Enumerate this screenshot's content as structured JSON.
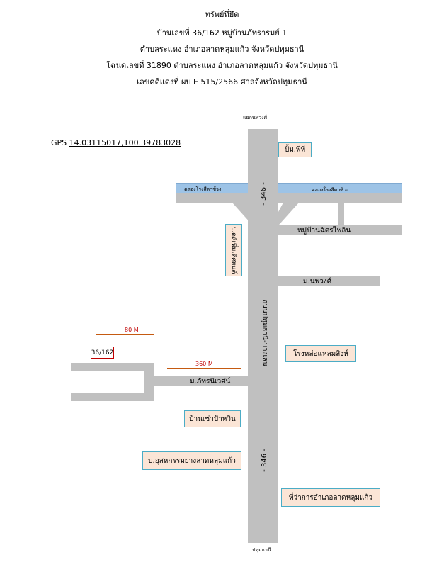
{
  "header": {
    "line1": "ทรัพย์ที่ยึด",
    "line2": "บ้านเลขที่  36/162 หมู่บ้านภัทรารมย์ 1",
    "line3": "ตำบลระแหง อำเภอลาดหลุมแก้ว จังหวัดปทุมธานี",
    "line4": "โฉนดเลขที่ 31890 ตำบลระแหง อำเภอลาดหลุมแก้ว จังหวัดปทุมธานี",
    "line5": "เลขคดีแดงที่ ผบ E 515/2566 ศาลจังหวัดปทุมธานี"
  },
  "gps": {
    "prefix": "GPS ",
    "coords": "14.03115017,100.39783028"
  },
  "map": {
    "top_label": "แยกนพวงศ์",
    "bottom_label": "ปทุมธานี",
    "main_road_name": "ถนนปทุมธานี-บางเลน",
    "route_top": "- 346 -",
    "route_bottom": "- 346 -",
    "canal_left": "คลองโรงสีดาซ้วง",
    "canal_right": "คลองโรงสีดาซ้วง",
    "road_chatchai": "หมู่บ้านฉัตรไพลิน",
    "road_nopphawong": "ม.นพวงศ์",
    "road_phatthara": "ม.ภัทรนิเวศน์",
    "box_ptt": "ปั้ม.พีที",
    "box_jom": "บ.ดล์เพิ่มเดิศยนต์",
    "box_foundry": "โรงหล่อแหลมสิงห์",
    "box_rent": "บ้านเช่าป้าหวิน",
    "box_rubber": "บ.อุสหกรรมยางลาดหลุมแก้ว",
    "box_district": "ที่ว่าการอำเภอลาดหลุมแก้ว",
    "property_label": "36/162",
    "dim_80": "80 M",
    "dim_360": "360 M"
  },
  "colors": {
    "road": "#c0c0c0",
    "canal": "#9dc3e6",
    "box_fill": "#fbe5d6",
    "box_border": "#4bacc6",
    "property_border": "#c00000",
    "dim_line": "#c55a11",
    "dim_text": "#c00000"
  }
}
